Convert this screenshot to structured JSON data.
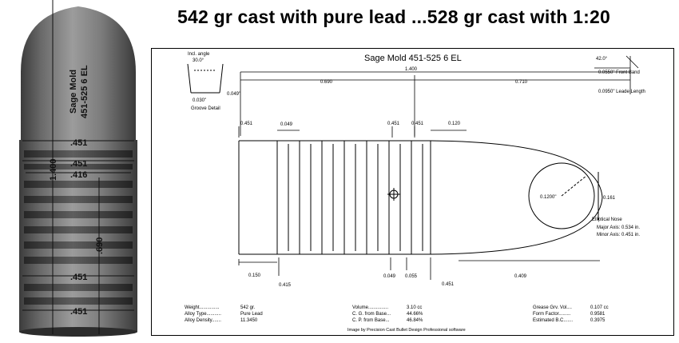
{
  "headline": "542 gr cast with pure lead ...528 gr cast with 1:20",
  "photo": {
    "label_line1": "Sage Mold",
    "label_line2": "451-525 6 EL",
    "dia_1": ".451",
    "dia_2": ".451",
    "dia_3": ".416",
    "dia_4": ".451",
    "dia_5": ".451",
    "len_total": "1.400",
    "len_body": ".690"
  },
  "drawing": {
    "title": "Sage Mold   451-525 6 EL",
    "incl_angle_label": "Incl. angle",
    "incl_angle_value": "30.0°",
    "groove_depth": "0.030\"",
    "groove_width": "0.049\"",
    "groove_detail": "Groove Detail",
    "overall_length": "1.400",
    "body_length": "0.690",
    "nose_length": "0.710",
    "front_angle": "42.0°",
    "front_band": "0.0550\" Front Band",
    "leade_length": "0.0950\" Leade Length",
    "dia_body": "0.451",
    "band_width": "0.049",
    "dia_mid": "0.451",
    "dia_front": "0.451",
    "nose_start": "0.120",
    "ellipse_r": "0.1200\"",
    "meplat": "0.161",
    "elliptical_nose": "Elliptical Nose",
    "major_axis": "Major Axis: 0.534 in.",
    "minor_axis": "Minor Axis: 0.451 in.",
    "base_len": "0.150",
    "groove_dia": "0.415",
    "lube_len": "0.049",
    "front_band_len": "0.055",
    "front_dia": "0.451",
    "nose_len": "0.409",
    "weight_label": "Weight...............",
    "weight_value": "542 gr.",
    "alloy_type_label": "Alloy Type...........",
    "alloy_type_value": "Pure Lead",
    "alloy_density_label": "Alloy Density.......",
    "alloy_density_value": "11.3450",
    "volume_label": "Volume...............",
    "volume_value": "3.10 cc",
    "cg_label": "C. G. from Base...",
    "cg_value": "44.66%",
    "cp_label": "C. P. from Base...",
    "cp_value": "46.84%",
    "grease_label": "Grease Grv. Vol....",
    "grease_value": "0.107 cc",
    "form_label": "Form Factor.........",
    "form_value": "0.9581",
    "bc_label": "Estimated B.C.......",
    "bc_value": "0.3975",
    "credit": "Image by Precision Cast Bullet Design Professional software"
  }
}
